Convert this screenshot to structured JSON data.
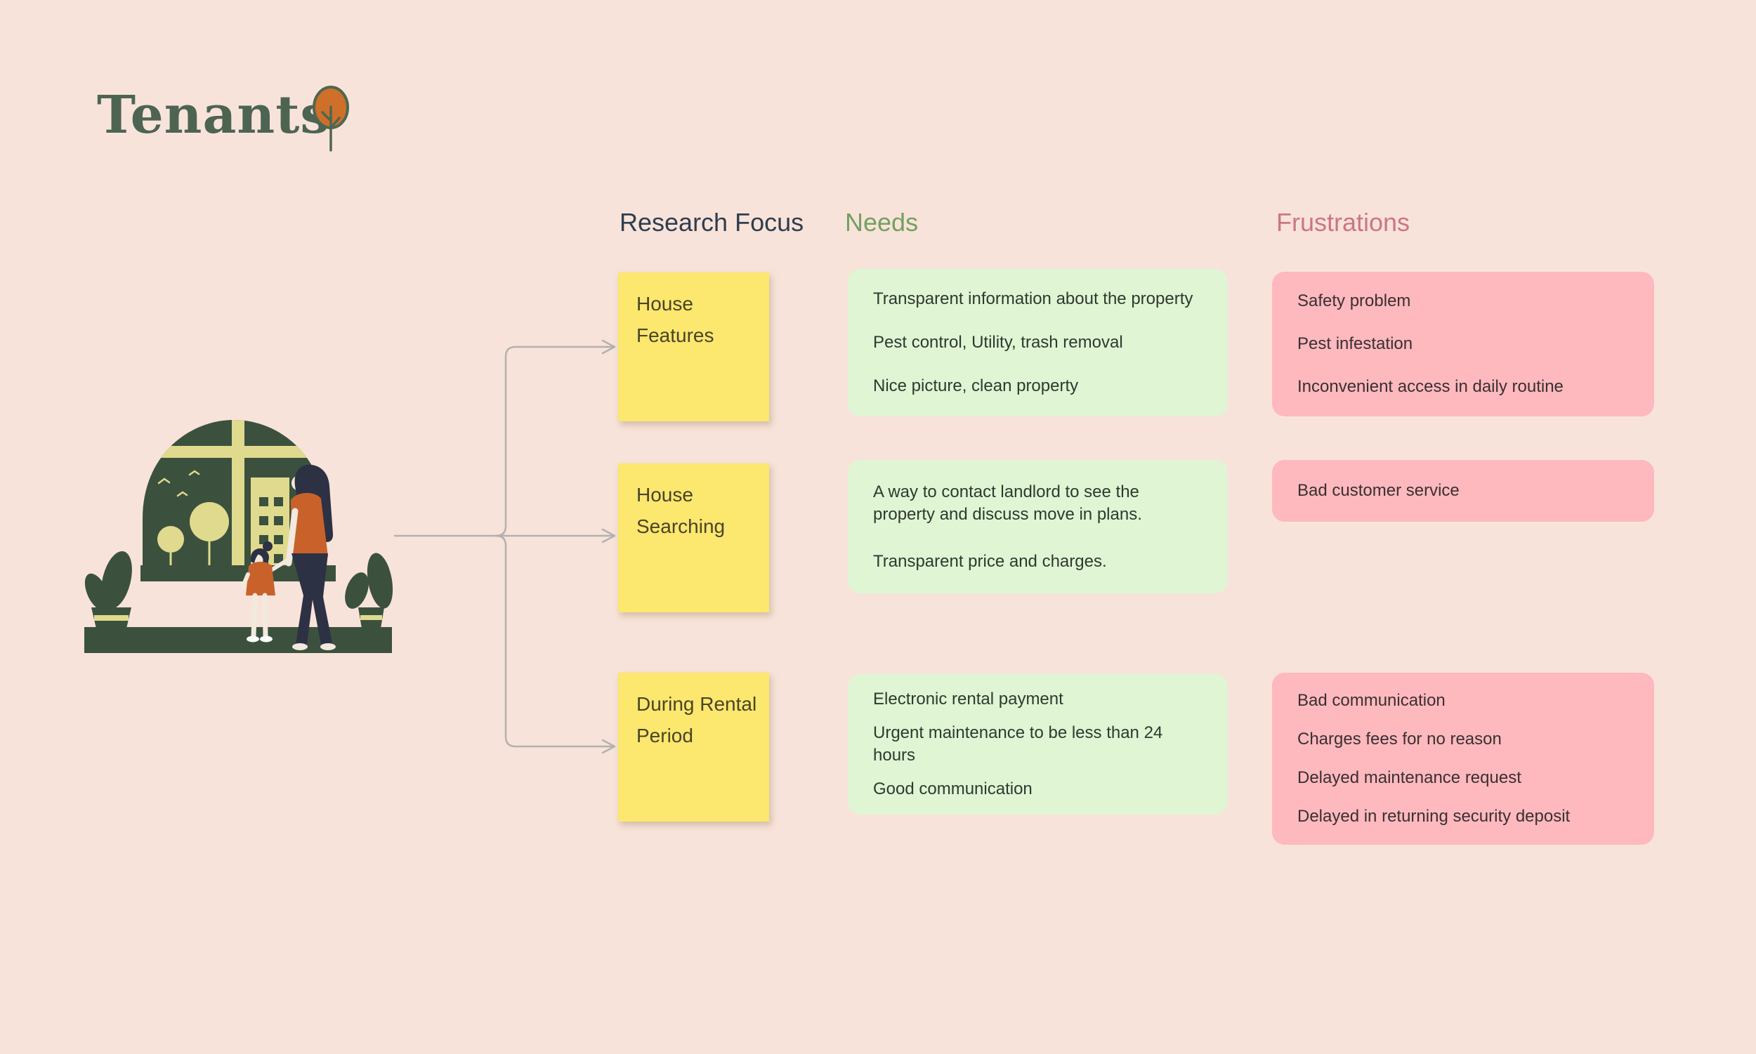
{
  "title": "Tenants",
  "title_icon": "tree-icon",
  "columns": {
    "research_focus": {
      "label": "Research Focus",
      "color": "#2f3e4e"
    },
    "needs": {
      "label": "Needs",
      "color": "#74a061"
    },
    "frustrations": {
      "label": "Frustrations",
      "color": "#cc7680"
    }
  },
  "rows": [
    {
      "focus": "House Features",
      "needs": [
        "Transparent information about the property",
        "Pest control, Utility, trash removal",
        "Nice picture, clean property"
      ],
      "frustrations": [
        "Safety problem",
        "Pest infestation",
        "Inconvenient access in daily routine"
      ]
    },
    {
      "focus": "House Searching",
      "needs": [
        "A way to contact landlord to see the property and discuss move in plans.",
        "Transparent price and charges."
      ],
      "frustrations": [
        "Bad customer service"
      ]
    },
    {
      "focus": "During Rental Period",
      "needs": [
        "Electronic rental payment",
        "Urgent maintenance to be less than 24 hours",
        "Good communication"
      ],
      "frustrations": [
        "Bad communication",
        "Charges fees for no reason",
        "Delayed maintenance request",
        "Delayed in returning security deposit"
      ]
    }
  ],
  "colors": {
    "background": "#f8e3da",
    "note_yellow": "#fce76f",
    "card_green": "#dff5d4",
    "card_pink": "#fdb9bd",
    "title_green": "#4d6453",
    "connector_gray": "#b4b1ae",
    "illustration": {
      "dark_green": "#3b513e",
      "light_yellow": "#e0da8e",
      "orange": "#c8622a",
      "navy": "#2d3144",
      "cream": "#f2e9df"
    }
  }
}
